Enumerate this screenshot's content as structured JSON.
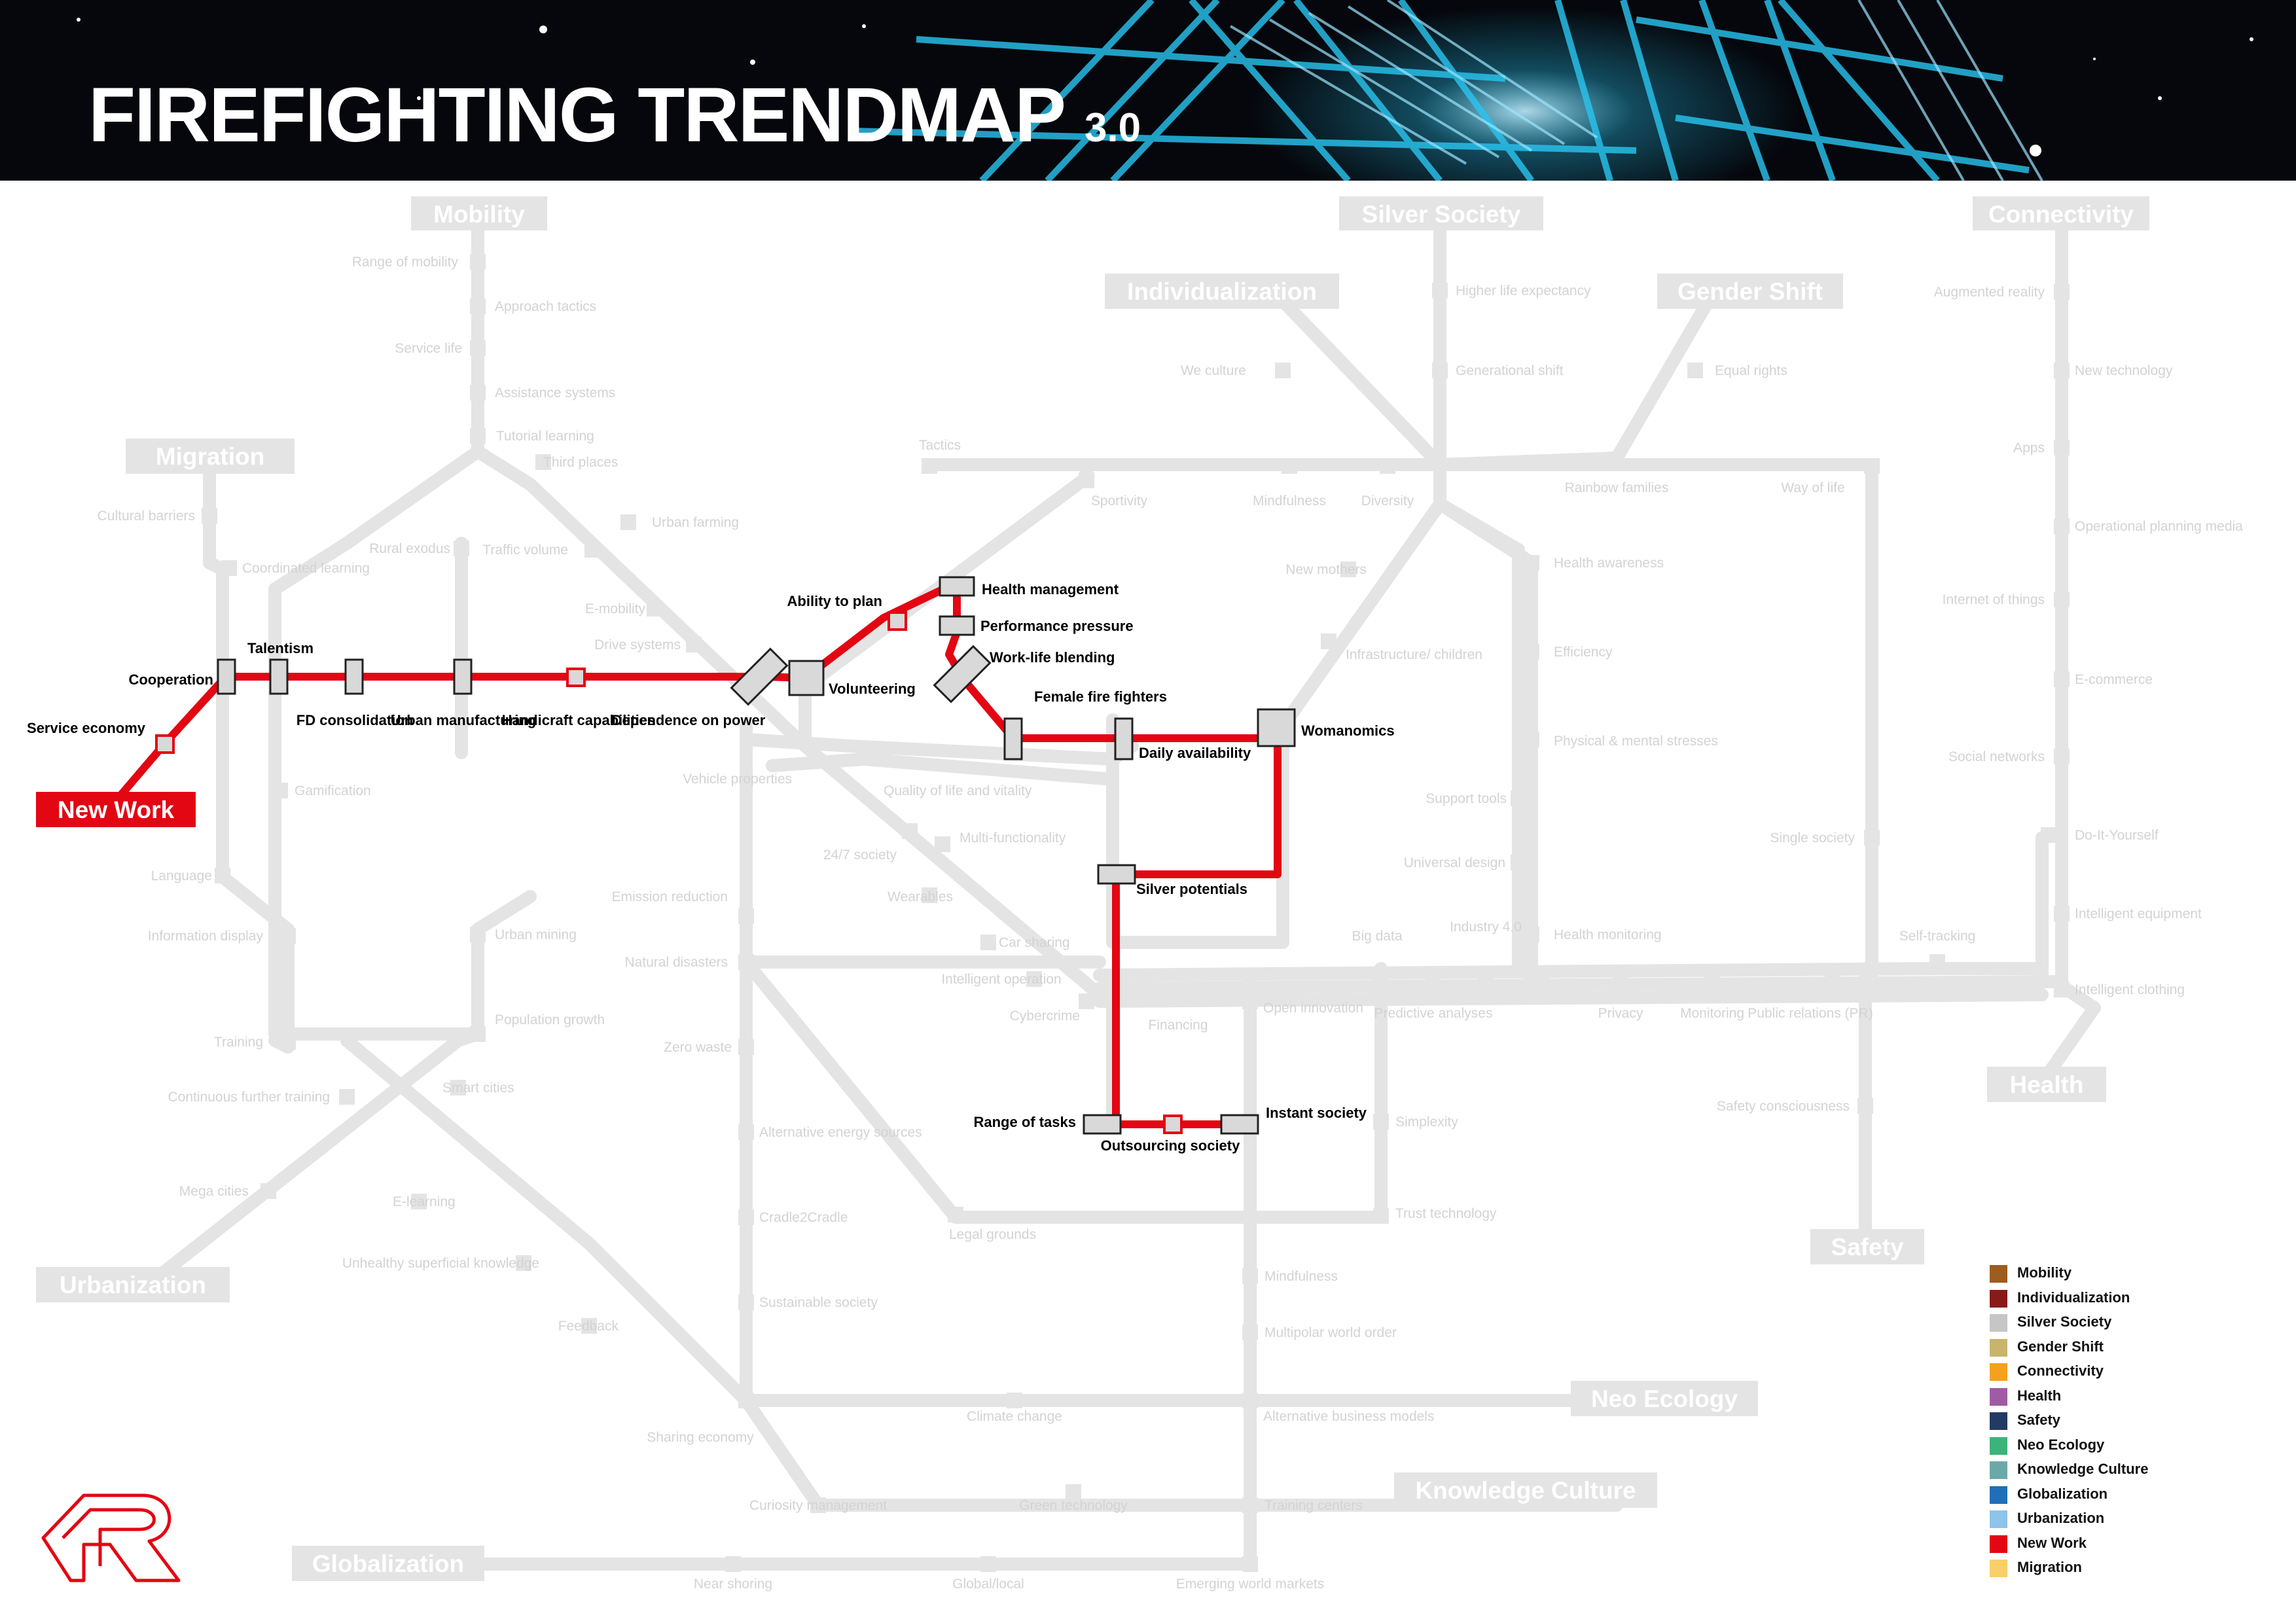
{
  "header": {
    "title": "FIREFIGHTING TRENDMAP",
    "version": "3.0"
  },
  "colors": {
    "grey_line": "#e4e4e4",
    "station": "#d9d9d9",
    "new_work": "#e30613",
    "header_background": "#05070c",
    "header_glow": "#29c6f2"
  },
  "megatrend_labels": {
    "mobility": "Mobility",
    "silver_society": "Silver Society",
    "connectivity": "Connectivity",
    "individualization": "Individualization",
    "gender_shift": "Gender Shift",
    "migration": "Migration",
    "new_work": "New Work",
    "health": "Health",
    "safety": "Safety",
    "urbanization": "Urbanization",
    "neo_ecology": "Neo Ecology",
    "knowledge_culture": "Knowledge Culture",
    "globalization": "Globalization"
  },
  "new_work_stations": [
    "Service economy",
    "Cooperation",
    "Talentism",
    "FD consolidation",
    "Urban manufacturing",
    "Handicraft capabilities",
    "Dependence on power",
    "Volunteering",
    "Ability to plan",
    "Health management",
    "Performance pressure",
    "Work-life blending",
    "Female fire fighters",
    "Daily availability",
    "Womanomics",
    "Silver potentials",
    "Range of tasks",
    "Outsourcing society",
    "Instant society"
  ],
  "other_stations": [
    "Range of mobility",
    "Approach tactics",
    "Service life",
    "Assistance systems",
    "Tutorial learning",
    "Third places",
    "Urban farming",
    "Traffic volume",
    "Rural exodus",
    "E-mobility",
    "Drive systems",
    "Cultural barriers",
    "Coordinated learning",
    "Gamification",
    "Language",
    "Information display",
    "Training",
    "Continuous further training",
    "Mega cities",
    "E-learning",
    "Unhealthy superficial knowledge",
    "Feedback",
    "Smart cities",
    "Population growth",
    "Urban mining",
    "Tactics",
    "Sportivity",
    "Mindfulness",
    "Diversity",
    "New mothers",
    "Infrastructure/ children",
    "Support tools",
    "Universal design",
    "Health awareness",
    "Efficiency",
    "Physical & mental stresses",
    "Health monitoring",
    "Higher life expectancy",
    "Generational shift",
    "We culture",
    "Equal rights",
    "Rainbow families",
    "Way of life",
    "Augmented reality",
    "New technology",
    "Apps",
    "Operational planning media",
    "Internet of things",
    "E-commerce",
    "Social networks",
    "Single society",
    "Do-It-Yourself",
    "Intelligent equipment",
    "Self-tracking",
    "Intelligent clothing",
    "Vehicle properties",
    "Quality of life and vitality",
    "24/7 society",
    "Multi-functionality",
    "Wearables",
    "Car sharing",
    "Emission reduction",
    "Natural disasters",
    "Intelligent operation",
    "Cybercrime",
    "Financing",
    "Open innovation",
    "Big data",
    "Industry 4.0",
    "Predictive analyses",
    "Privacy",
    "Monitoring",
    "Public relations (PR)",
    "Safety consciousness",
    "Zero waste",
    "Alternative energy sources",
    "Cradle2Cradle",
    "Sustainable society",
    "Legal grounds",
    "Simplexity",
    "Trust technology",
    "Mindfulness",
    "Multipolar world order",
    "Climate change",
    "Sharing economy",
    "Alternative business models",
    "Curiosity management",
    "Green technology",
    "Training centers",
    "Near shoring",
    "Global/local",
    "Emerging world markets"
  ],
  "legend": [
    {
      "label": "Mobility",
      "color": "#9b5e1f"
    },
    {
      "label": "Individualization",
      "color": "#8a1a1a"
    },
    {
      "label": "Silver Society",
      "color": "#c6c6c6"
    },
    {
      "label": "Gender Shift",
      "color": "#c9b46c"
    },
    {
      "label": "Connectivity",
      "color": "#f4a11d"
    },
    {
      "label": "Health",
      "color": "#a05ba5"
    },
    {
      "label": "Safety",
      "color": "#233a63"
    },
    {
      "label": "Neo Ecology",
      "color": "#3bb37a"
    },
    {
      "label": "Knowledge Culture",
      "color": "#6aa9a8"
    },
    {
      "label": "Globalization",
      "color": "#1f6fb8"
    },
    {
      "label": "Urbanization",
      "color": "#8ec3ea"
    },
    {
      "label": "New Work",
      "color": "#e30613"
    },
    {
      "label": "Migration",
      "color": "#f9cf6a"
    }
  ]
}
